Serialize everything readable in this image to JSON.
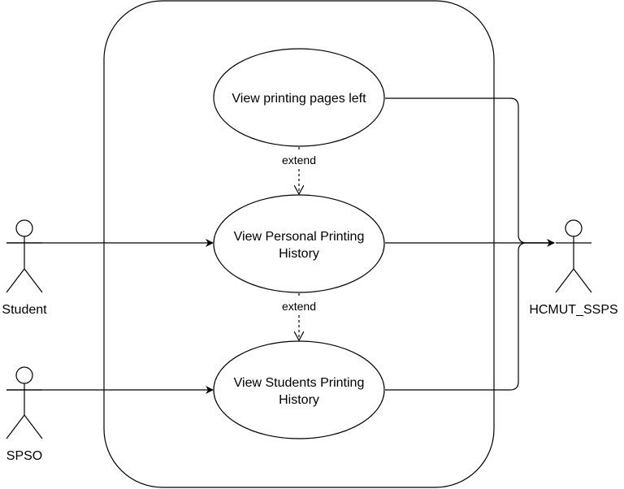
{
  "use_cases": {
    "pages_left": "View printing pages left",
    "personal_history": [
      "View Personal Printing",
      "History"
    ],
    "students_history": [
      "View Students Printing",
      "History"
    ]
  },
  "relations": {
    "extend_top": "extend",
    "extend_bottom": "extend"
  },
  "actors": {
    "student": "Student",
    "spso": "SPSO",
    "system": "HCMUT_SSPS"
  },
  "colors": {
    "stroke": "#000000",
    "background": "#ffffff"
  }
}
